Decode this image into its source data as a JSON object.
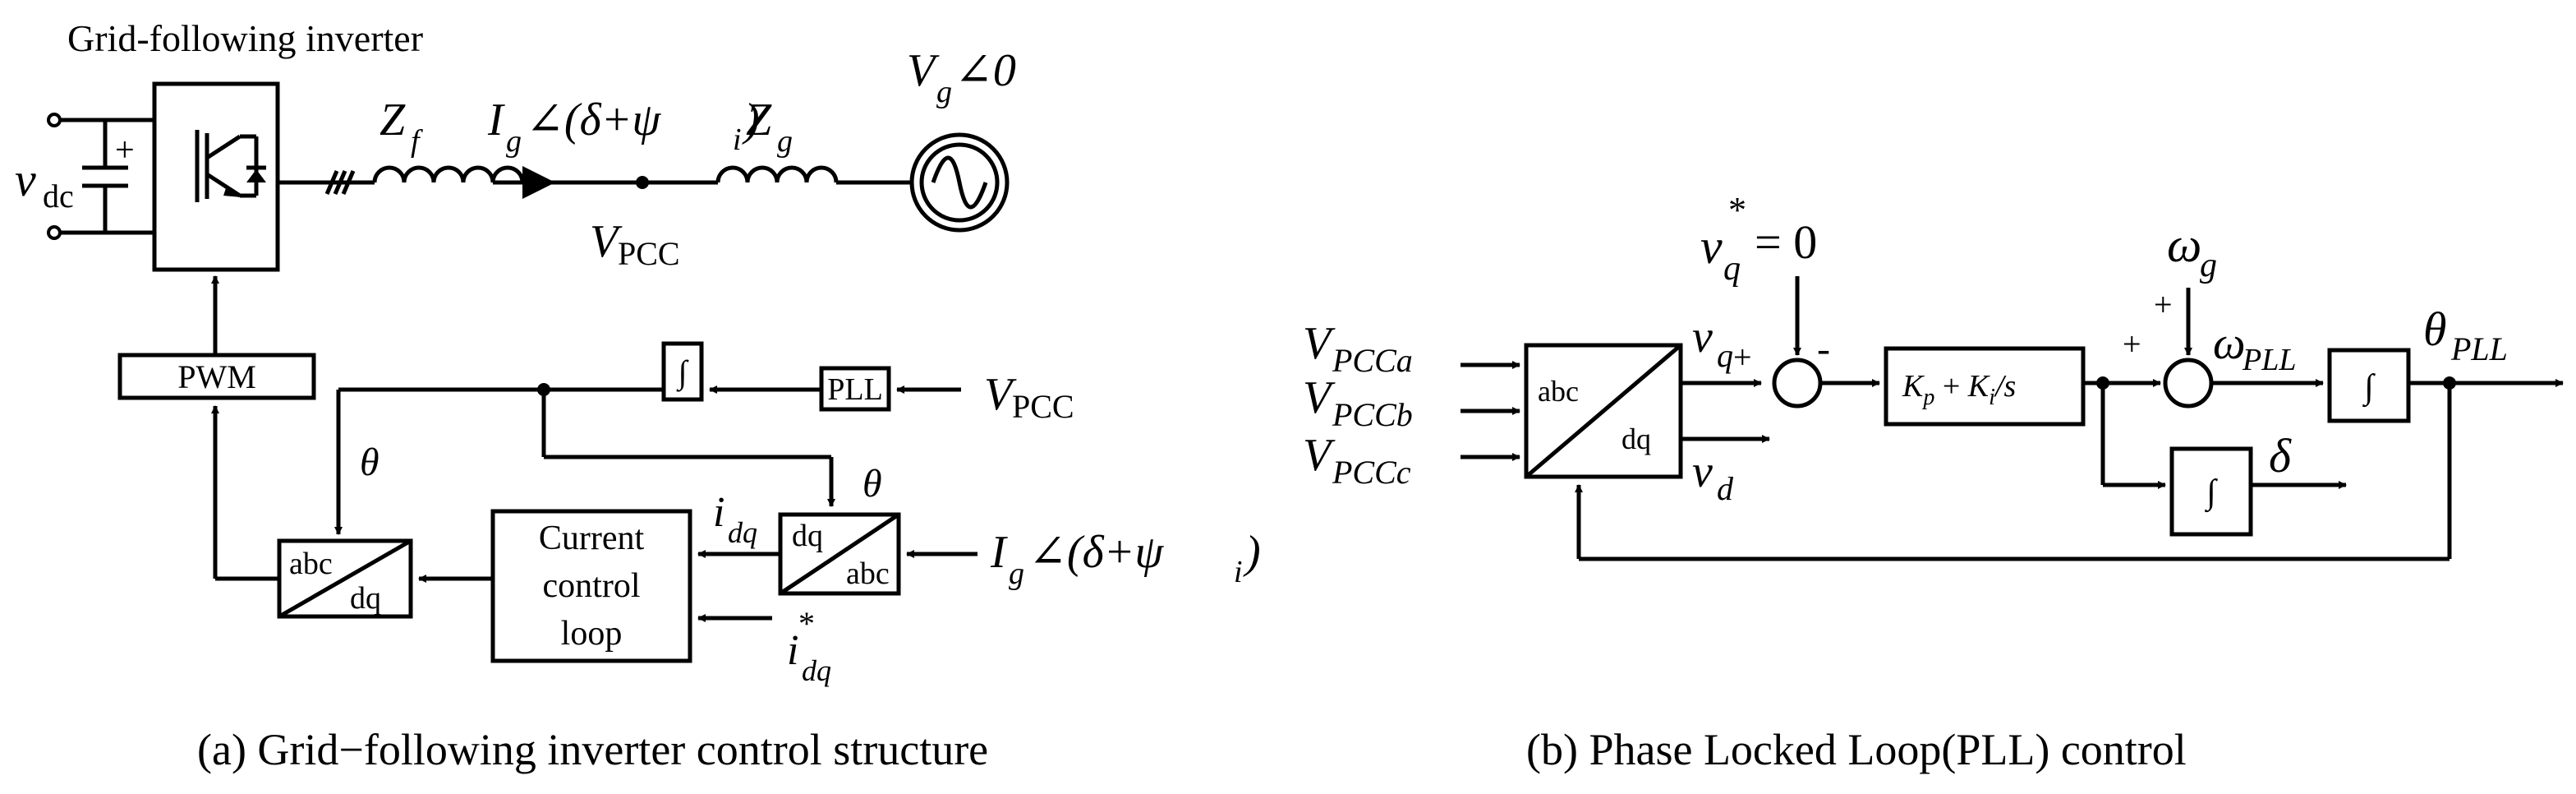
{
  "panel_a": {
    "inverter_title": "Grid-following inverter",
    "vdc_main": "v",
    "vdc_sub": "dc",
    "plus": "+",
    "zf_main": "Z",
    "zf_sub": "f",
    "current_main": "I",
    "current_sub": "g",
    "current_angle": "∠(δ+ψ",
    "current_angle_sub": "i",
    "current_close": ")",
    "zg_main": "Z",
    "zg_sub": "g",
    "vg_main": "V",
    "vg_sub": "g",
    "vg_angle": "∠0",
    "vpcc_main": "V",
    "vpcc_sub": "PCC",
    "pwm": "PWM",
    "integrator": "∫",
    "pll": "PLL",
    "vpcc_in_main": "V",
    "vpcc_in_sub": "PCC",
    "theta_left": "θ",
    "theta_right": "θ",
    "abc_dq_top": "abc",
    "abc_dq_bottom": "dq",
    "current_control_lines": [
      "Current",
      "control",
      "loop"
    ],
    "idq_main": "i",
    "idq_sub": "dq",
    "idq_ref_main": "i",
    "idq_ref_sup": "*",
    "idq_ref_sub": "dq",
    "dq_abc_top": "dq",
    "dq_abc_bottom": "abc",
    "ig_in_main": "I",
    "ig_in_sub": "g",
    "ig_in_angle": "∠(δ+ψ",
    "ig_in_angle_sub": "i",
    "ig_in_close": ")",
    "caption": "(a) Grid−following inverter control structure"
  },
  "panel_b": {
    "vq_ref_main": "v",
    "vq_ref_sup": "*",
    "vq_ref_sub": "q",
    "vq_ref_eq": "= 0",
    "omega_g_main": "ω",
    "omega_g_sub": "g",
    "inputs": [
      {
        "main": "V",
        "sub": "PCCa"
      },
      {
        "main": "V",
        "sub": "PCCb"
      },
      {
        "main": "V",
        "sub": "PCCc"
      }
    ],
    "abc_dq_top": "abc",
    "abc_dq_bottom": "dq",
    "vq_main": "v",
    "vq_sub": "q",
    "vd_main": "v",
    "vd_sub": "d",
    "sum1_plus": "+",
    "sum1_minus": "-",
    "sum2_plus_left": "+",
    "sum2_plus_top": "+",
    "pi_kp": "K",
    "pi_kp_sub": "p",
    "pi_plus": " + ",
    "pi_ki": "K",
    "pi_ki_sub": "i",
    "pi_div": "/s",
    "omega_pll_main": "ω",
    "omega_pll_sub": "PLL",
    "integrator_1": "∫",
    "integrator_2": "∫",
    "theta_pll_main": "θ",
    "theta_pll_sub": "PLL",
    "delta": "δ",
    "caption": "(b) Phase Locked Loop(PLL) control"
  }
}
